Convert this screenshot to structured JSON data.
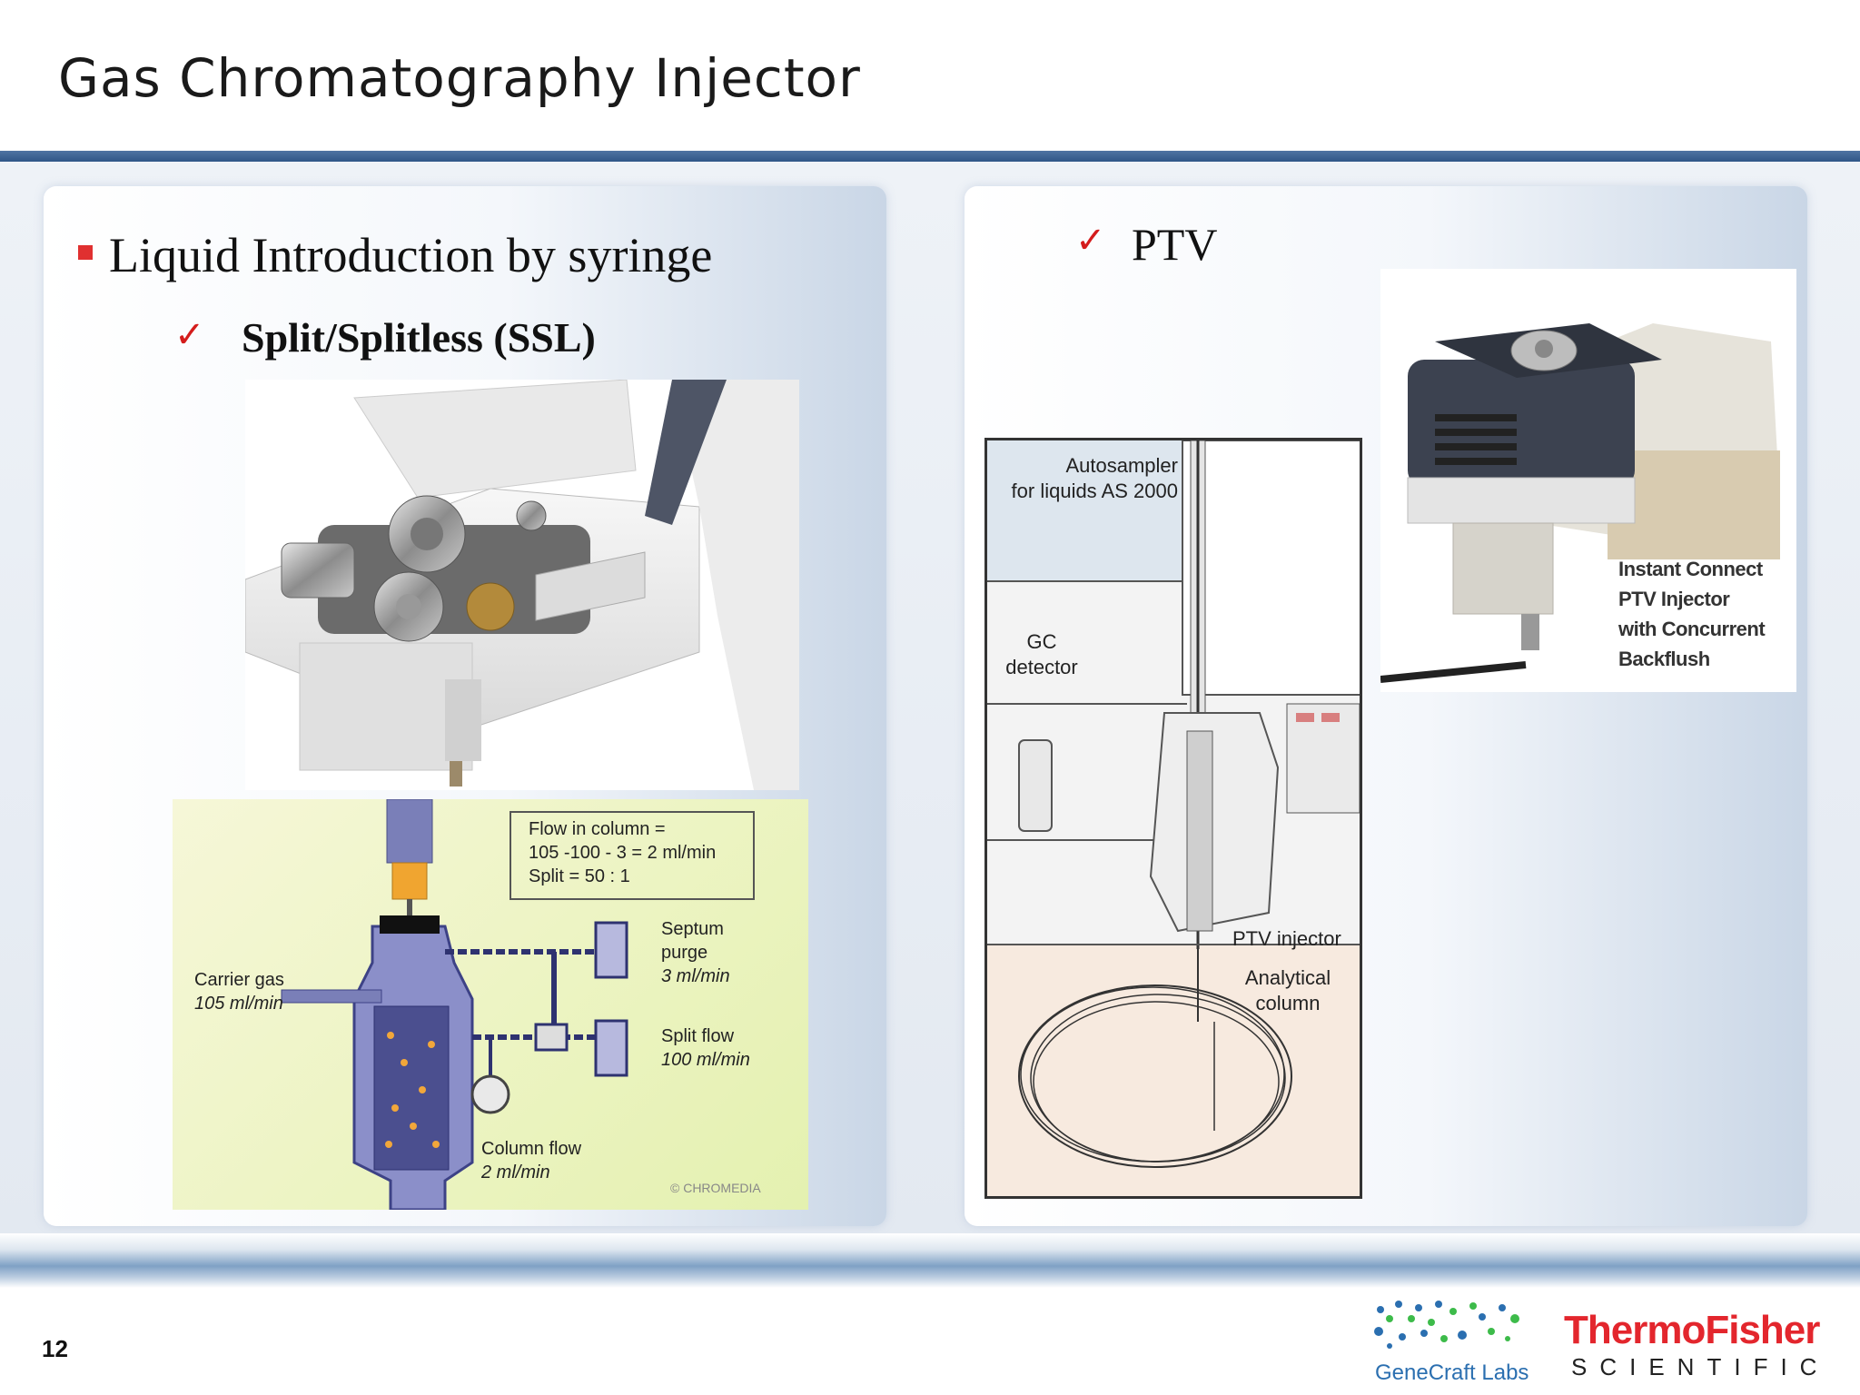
{
  "slide": {
    "title": "Gas Chromatography Injector",
    "page_number": "12"
  },
  "left": {
    "bullet": "Liquid Introduction by syringe",
    "sub_bullet": "Split/Splitless (SSL)",
    "schematic": {
      "flow_box": [
        "Flow in column =",
        "105 -100 - 3 = 2 ml/min",
        "Split = 50 : 1"
      ],
      "septum": [
        "Septum",
        "purge",
        "3 ml/min"
      ],
      "carrier": [
        "Carrier gas",
        "105 ml/min"
      ],
      "split": [
        "Split flow",
        "100 ml/min"
      ],
      "column": [
        "Column flow",
        "2 ml/min"
      ],
      "credit": "© CHROMEDIA"
    }
  },
  "right": {
    "bullet": "PTV",
    "diagram": {
      "autosampler": [
        "Autosampler",
        "for liquids AS 2000"
      ],
      "detector": [
        "GC",
        "detector"
      ],
      "injector": "PTV injector",
      "column": [
        "Analytical",
        "column"
      ]
    },
    "photo_caption": [
      "Instant Connect",
      "PTV Injector",
      "with Concurrent",
      "Backflush"
    ]
  },
  "footer": {
    "genecraft": "GeneCraft Labs",
    "thermo": "ThermoFisher",
    "scientific": "SCIENTIFIC"
  },
  "colors": {
    "accent_red": "#e3262d",
    "title_rule": "#2f5587",
    "check_red": "#d41c1c"
  }
}
